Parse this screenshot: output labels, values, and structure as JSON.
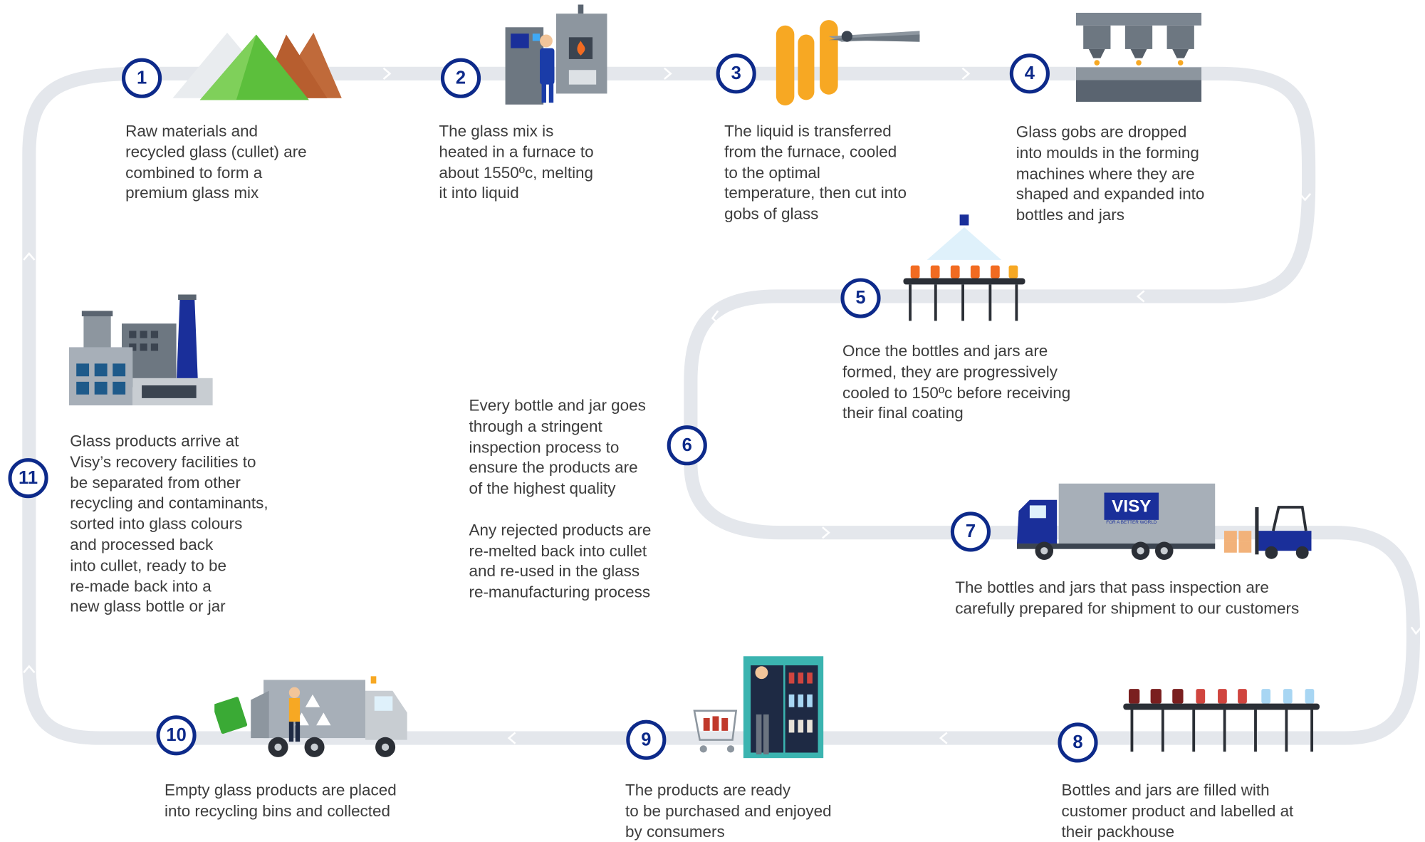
{
  "colors": {
    "track": "#e4e7ec",
    "circle_border": "#0d2a8a",
    "text": "#3c3c3c",
    "truck_brand": "#1a2f9a"
  },
  "steps": [
    {
      "num": "1",
      "text": "Raw materials and\nrecycled glass (cullet) are\ncombined to form a\npremium glass mix",
      "icon": "raw-materials-piles-icon"
    },
    {
      "num": "2",
      "text": "The glass mix is\nheated in a furnace to\nabout 1550ºc, melting\nit into liquid",
      "icon": "furnace-operator-icon"
    },
    {
      "num": "3",
      "text": "The liquid is transferred\nfrom the furnace, cooled\nto the optimal\ntemperature, then cut into\ngobs of glass",
      "icon": "molten-glass-gob-cutter-icon"
    },
    {
      "num": "4",
      "text": "Glass gobs are dropped\ninto moulds in the forming\nmachines where they are\nshaped and expanded into\nbottles and jars",
      "icon": "forming-machine-icon"
    },
    {
      "num": "5",
      "text": "Once the bottles and jars are\nformed, they are progressively\ncooled to 150ºc before receiving\ntheir final coating",
      "icon": "coating-conveyor-icon"
    },
    {
      "num": "6",
      "text": "Every bottle and jar goes\nthrough a stringent\ninspection process to\nensure the products are\nof the highest quality\n\nAny rejected products are\nre-melted back into cullet\nand re-used in the glass\nre-manufacturing process",
      "icon": ""
    },
    {
      "num": "7",
      "text": "The bottles and jars that pass inspection are\ncarefully prepared for shipment to our customers",
      "icon": "truck-forklift-icon"
    },
    {
      "num": "8",
      "text": "Bottles and jars are filled with\ncustomer product and labelled at\ntheir packhouse",
      "icon": "filling-conveyor-icon"
    },
    {
      "num": "9",
      "text": "The products are ready\nto be purchased and enjoyed\nby consumers",
      "icon": "shopper-fridge-icon"
    },
    {
      "num": "10",
      "text": "Empty glass products are placed\ninto recycling bins and collected",
      "icon": "recycling-truck-icon"
    },
    {
      "num": "11",
      "text": "Glass products arrive at\nVisy’s recovery facilities to\nbe separated from other\nrecycling and contaminants,\nsorted into glass colours\nand processed back\ninto cullet, ready to be\nre-made back into a\nnew glass bottle or jar",
      "icon": "recovery-factory-icon"
    }
  ],
  "truck": {
    "brand": "VISY",
    "tagline": "FOR A BETTER WORLD"
  }
}
